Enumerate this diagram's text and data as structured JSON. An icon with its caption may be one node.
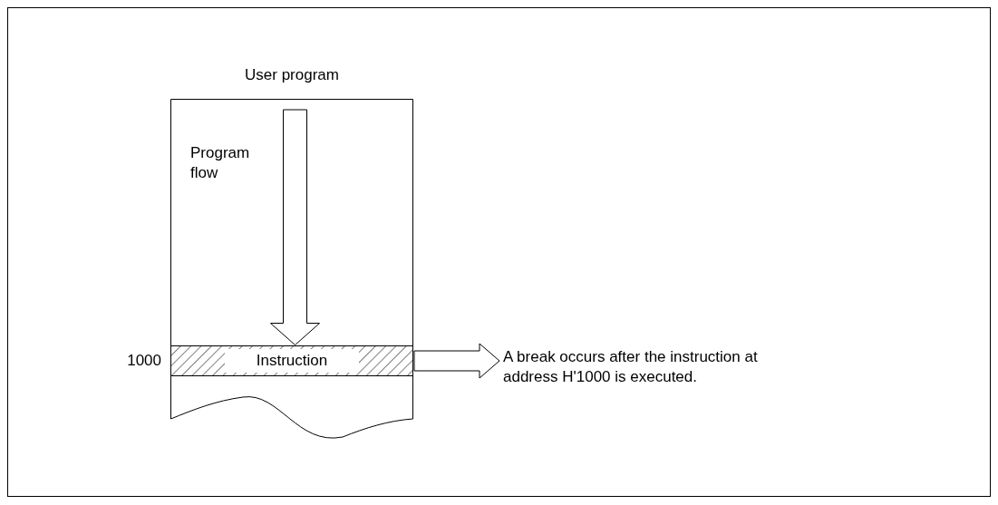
{
  "diagram": {
    "nodes": [
      {
        "text": [
          "User program"
        ]
      },
      {
        "text": [
          "Instruction"
        ],
        "in": 0,
        "beside": [
          "1000"
        ]
      },
      {
        "text": [
          "A break occurs after the instruction at address H'1000 is executed."
        ]
      }
    ],
    "edges": [
      {
        "from": null,
        "to": 1,
        "arrow": "to",
        "label": "Program flow"
      },
      {
        "from": 1,
        "to": 2,
        "arrow": "to"
      }
    ]
  }
}
